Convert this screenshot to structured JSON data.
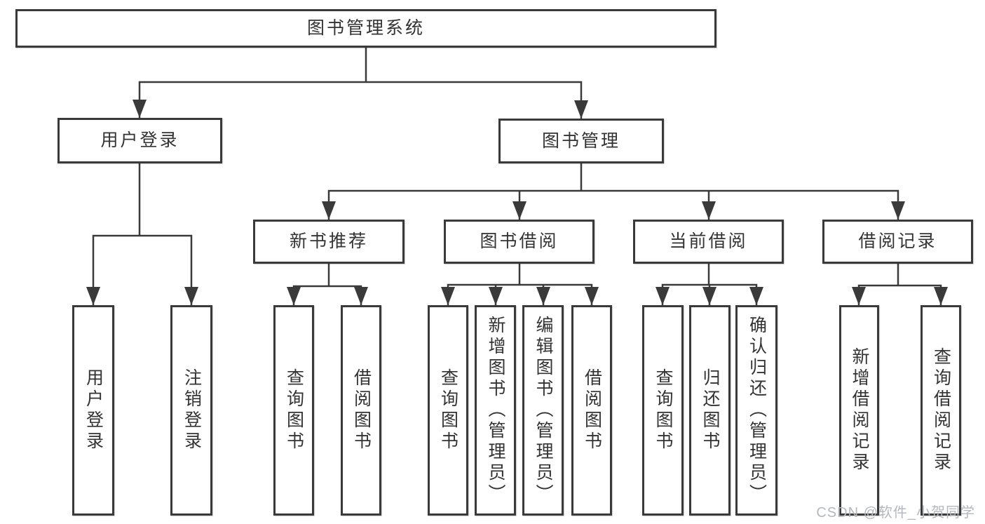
{
  "diagram": {
    "type": "tree",
    "title": "图书管理系统",
    "colors": {
      "background": "#ffffff",
      "line": "#3a3a3a",
      "box_border": "#3a3a3a",
      "text": "#333333",
      "watermark": "#b4b8be"
    },
    "tree": {
      "label": "图书管理系统",
      "children": [
        {
          "label": "用户登录",
          "children": [
            {
              "label": "用户登录"
            },
            {
              "label": "注销登录"
            }
          ]
        },
        {
          "label": "图书管理",
          "children": [
            {
              "label": "新书推荐",
              "children": [
                {
                  "label": "查询图书"
                },
                {
                  "label": "借阅图书"
                }
              ]
            },
            {
              "label": "图书借阅",
              "children": [
                {
                  "label": "查询图书"
                },
                {
                  "label": "新增图书（管理员）"
                },
                {
                  "label": "编辑图书（管理员）"
                },
                {
                  "label": "借阅图书"
                }
              ]
            },
            {
              "label": "当前借阅",
              "children": [
                {
                  "label": "查询图书"
                },
                {
                  "label": "归还图书"
                },
                {
                  "label": "确认归还（管理员）"
                }
              ]
            },
            {
              "label": "借阅记录",
              "children": [
                {
                  "label": "新增借阅记录"
                },
                {
                  "label": "查询借阅记录"
                }
              ]
            }
          ]
        }
      ]
    }
  },
  "watermark": {
    "text": "CSDN @软件_小贺同学"
  }
}
